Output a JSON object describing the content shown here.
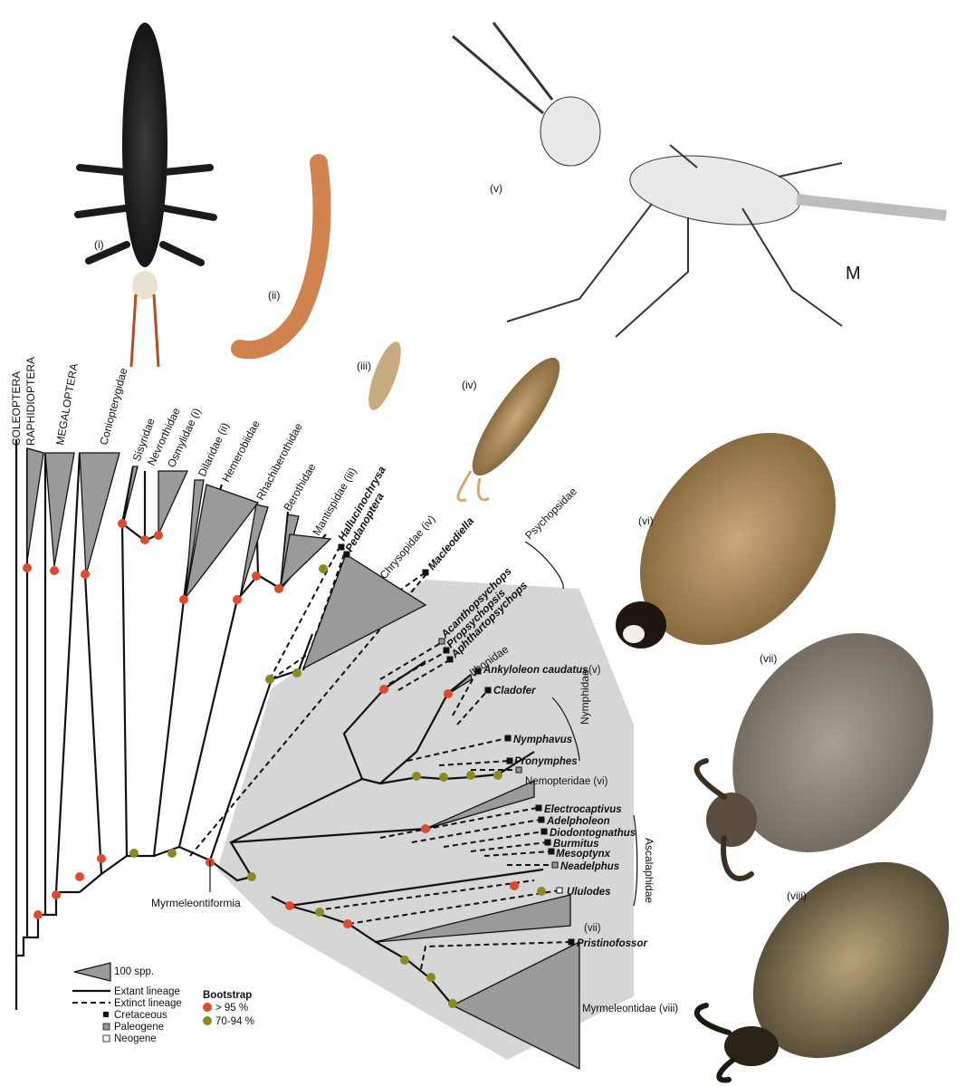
{
  "taxa": {
    "coleoptera": "COLEOPTERA",
    "raphidioptera": "RAPHIDIOPTERA",
    "megaloptera": "MEGALOPTERA",
    "coniopterygidae": "Coniopterygidae",
    "sisyridae": "Sisyridae",
    "nevrorthidae": "Nevrorthidae",
    "osmylidae": "Osmylidae (i)",
    "dilaridae": "Dilaridae (ii)",
    "hemerobiidae": "Hemerobiidae",
    "rhachiberothidae": "Rhachiberothidae",
    "berothidae": "Berothidae",
    "mantispidae": "Mantispidae (iii)",
    "hallucinochrysa": "Hallucinochrysa",
    "pedanoptera": "Pedanoptera",
    "chrysopidae": "Chrysopidae (iv)",
    "macleodiella": "Macleodiella",
    "acanthopsychops": "Acanthopsychops",
    "propsychopsis": "Propsychopsis",
    "aphthartopsychops": "Aphthartopsychops",
    "psychopsidae": "Psychopsidae",
    "ithonidae": "Ithonidae",
    "ankyloleon": "Ankyloleon caudatus",
    "ankyloleon_num": "(v)",
    "cladofer": "Cladofer",
    "nymphavus": "Nymphavus",
    "pronymphes": "Pronymphes",
    "nymphidae": "Nymphidae",
    "nemopteridae": "Nemopteridae (vi)",
    "electrocaptivus": "Electrocaptivus",
    "adelpholeon": "Adelpholeon",
    "diodontognathus": "Diodontognathus",
    "burmitus": "Burmitus",
    "mesoptynx": "Mesoptynx",
    "neadelphus": "Neadelphus",
    "ululodes": "Ululodes",
    "ascalaphidae": "Ascalaphidae",
    "vii": "(vii)",
    "pristinofossor": "Pristinofossor",
    "myrmeleontidae": "Myrmeleontidae (viii)",
    "myrmeleontiformia": "Myrmeleontiformia"
  },
  "photo_labels": {
    "i": "(i)",
    "ii": "(ii)",
    "iii": "(iii)",
    "iv": "(iv)",
    "v": "(v)",
    "vi": "(vi)",
    "vii": "(vii)",
    "viii": "(viii)"
  },
  "legend": {
    "spp": "100 spp.",
    "extant": "Extant lineage",
    "extinct": "Extinct lineage",
    "bootstrap": "Bootstrap",
    "high": "> 95 %",
    "mid": "70-94 %",
    "cretaceous": "Cretaceous",
    "paleogene": "Paleogene",
    "neogene": "Neogene"
  },
  "colors": {
    "high_support": "#e04a2c",
    "mid_support": "#8b8a1e",
    "clade_fill": "#9a9a9a",
    "shade": "#d9d9d9"
  }
}
